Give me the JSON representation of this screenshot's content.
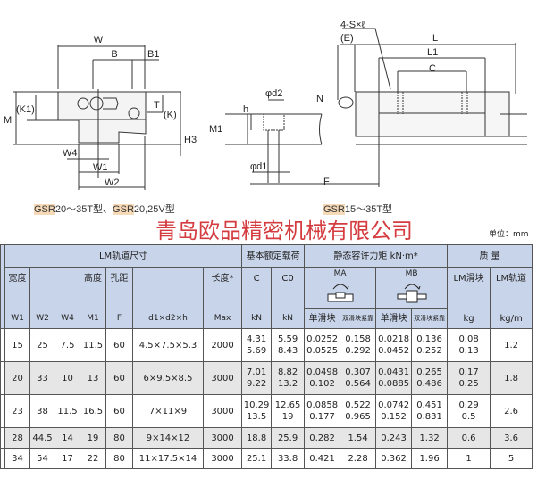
{
  "drawing_labels": {
    "W": "W",
    "B": "B",
    "B1": "B1",
    "T": "T",
    "K": "(K)",
    "K1": "(K1)",
    "M": "M",
    "H3": "H3",
    "W4": "W4",
    "W1": "W1",
    "W2": "W2",
    "M1": "M1",
    "h": "h",
    "d2": "φd2",
    "d1": "φd1",
    "F": "F",
    "N": "N",
    "E": "(E)",
    "S": "4-S×ℓ",
    "L": "L",
    "L1": "L1",
    "C": "C"
  },
  "captions": {
    "left_prefix": "GSR",
    "left_rest": "20～35T型、",
    "left_prefix2": "GSR",
    "left_rest2": "20,25V型",
    "right_prefix": "GSR",
    "right_rest": "15～35T型"
  },
  "unit_label": "单位：mm",
  "watermark": "青岛欧品精密机械有限公司",
  "table": {
    "group_rail": "LM轨道尺寸",
    "group_load": "基本额定载荷",
    "group_moment": "静态容许力矩 kN·m*",
    "group_mass": "质 量",
    "cols": [
      {
        "label": "宽度",
        "sym": "W1"
      },
      {
        "label": "",
        "sym": "W2"
      },
      {
        "label": "",
        "sym": "W4"
      },
      {
        "label": "高度",
        "sym": "M1"
      },
      {
        "label": "孔距",
        "sym": "F"
      },
      {
        "label": "",
        "sym": "d1×d2×h"
      },
      {
        "label": "长度*",
        "sym": "Max"
      },
      {
        "label": "C",
        "sym": "kN"
      },
      {
        "label": "C0",
        "sym": "kN"
      }
    ],
    "ma": "MA",
    "mb": "MB",
    "single": "单滑块",
    "double": "双滑块紧靠",
    "lm_block": "LM滑块",
    "lm_block_unit": "kg",
    "lm_rail": "LM轨道",
    "lm_rail_unit": "kg/m",
    "rows": [
      {
        "w1": "15",
        "w2": "25",
        "w4": "7.5",
        "m1": "11.5",
        "f": "60",
        "dims": "4.5×7.5×5.3",
        "max": "2000",
        "c": [
          "4.31",
          "5.69"
        ],
        "c0": [
          "5.59",
          "8.43"
        ],
        "ma1": [
          "0.0252",
          "0.0525"
        ],
        "ma2": [
          "0.158",
          "0.292"
        ],
        "mb1": [
          "0.0218",
          "0.0452"
        ],
        "mb2": [
          "0.136",
          "0.252"
        ],
        "block": [
          "0.08",
          "0.13"
        ],
        "rail": "1.2"
      },
      {
        "w1": "20",
        "w2": "33",
        "w4": "10",
        "m1": "13",
        "f": "60",
        "dims": "6×9.5×8.5",
        "max": "3000",
        "c": [
          "7.01",
          "9.22"
        ],
        "c0": [
          "8.82",
          "13.2"
        ],
        "ma1": [
          "0.0498",
          "0.102"
        ],
        "ma2": [
          "0.307",
          "0.564"
        ],
        "mb1": [
          "0.0431",
          "0.0885"
        ],
        "mb2": [
          "0.265",
          "0.486"
        ],
        "block": [
          "0.17",
          "0.25"
        ],
        "rail": "1.8"
      },
      {
        "w1": "23",
        "w2": "38",
        "w4": "11.5",
        "m1": "16.5",
        "f": "60",
        "dims": "7×11×9",
        "max": "3000",
        "c": [
          "10.29",
          "13.5"
        ],
        "c0": [
          "12.65",
          "19"
        ],
        "ma1": [
          "0.0858",
          "0.177"
        ],
        "ma2": [
          "0.522",
          "0.965"
        ],
        "mb1": [
          "0.0742",
          "0.152"
        ],
        "mb2": [
          "0.451",
          "0.831"
        ],
        "block": [
          "0.29",
          "0.5"
        ],
        "rail": "2.6"
      },
      {
        "w1": "28",
        "w2": "44.5",
        "w4": "14",
        "m1": "19",
        "f": "80",
        "dims": "9×14×12",
        "max": "3000",
        "c": [
          "18.8"
        ],
        "c0": [
          "25.9"
        ],
        "ma1": [
          "0.282"
        ],
        "ma2": [
          "1.54"
        ],
        "mb1": [
          "0.243"
        ],
        "mb2": [
          "1.32"
        ],
        "block": [
          "0.6"
        ],
        "rail": "3.6"
      },
      {
        "w1": "34",
        "w2": "54",
        "w4": "17",
        "m1": "22",
        "f": "80",
        "dims": "11×17.5×14",
        "max": "3000",
        "c": [
          "25.1"
        ],
        "c0": [
          "33.8"
        ],
        "ma1": [
          "0.421"
        ],
        "ma2": [
          "2.28"
        ],
        "mb1": [
          "0.362"
        ],
        "mb2": [
          "1.96"
        ],
        "block": [
          "1"
        ],
        "rail": "5"
      }
    ]
  },
  "colors": {
    "header": "#c8d4e9",
    "row_alt": "#e6e6e6",
    "watermark": "#d0272b",
    "caption_highlight": "#f6d9b6"
  }
}
